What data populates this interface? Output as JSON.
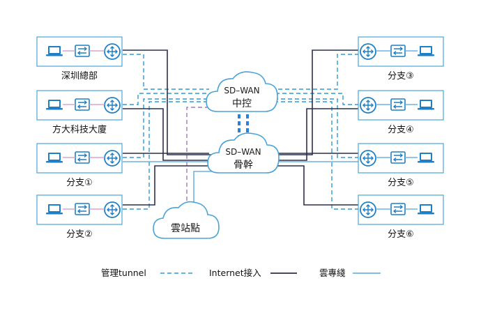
{
  "diagram": {
    "left_sites": [
      {
        "label": "深圳總部"
      },
      {
        "label": "方大科技大廈"
      },
      {
        "label": "分支①"
      },
      {
        "label": "分支②"
      }
    ],
    "right_sites": [
      {
        "label": "分支③"
      },
      {
        "label": "分支④"
      },
      {
        "label": "分支⑤"
      },
      {
        "label": "分支⑥"
      }
    ],
    "clouds": {
      "controller": {
        "line1": "SD–WAN",
        "line2": "中控"
      },
      "backbone": {
        "line1": "SD–WAN",
        "line2": "骨幹"
      },
      "cloud_station": {
        "label": "雲站點"
      }
    },
    "legend": {
      "management_tunnel": "管理tunnel",
      "internet_access": "Internet接入",
      "cloud_line": "雲專綫"
    },
    "colors": {
      "box_border": "#4aa3d8",
      "device_blue": "#1f7fc4",
      "internet_line": "#2b2f4a",
      "tunnel_line": "#2e9ad6",
      "cloud_line": "#6db3e3",
      "purple_line": "#9b7bbd",
      "pink_link": "#d9a4cf"
    }
  }
}
